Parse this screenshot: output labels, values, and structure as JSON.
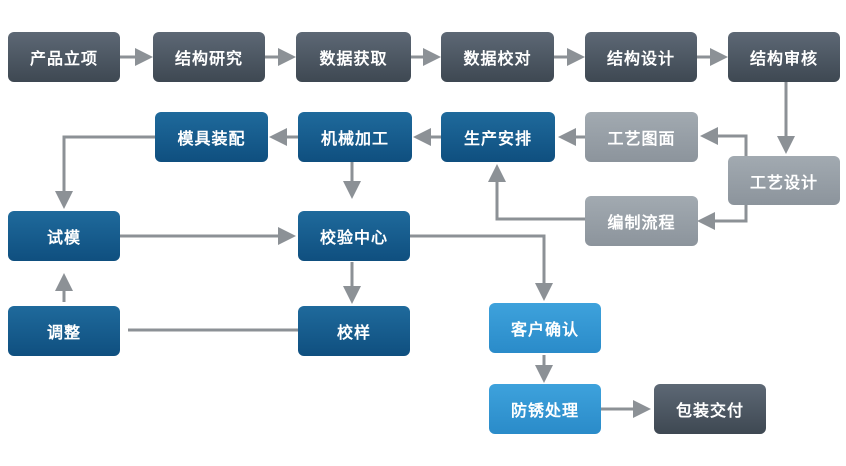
{
  "nodes": {
    "chanpinlixiang": "产品立项",
    "jiegouyanjiu": "结构研究",
    "shujuhuoqu": "数据获取",
    "shujujiaodui": "数据校对",
    "jiegousheji": "结构设计",
    "jiegoushenhe": "结构审核",
    "mojuzhuangpei": "模具装配",
    "jixiejiagong": "机械加工",
    "shengchananpai": "生产安排",
    "gongyituxian": "工艺图面",
    "gongyisheji": "工艺设计",
    "bianzhiliucheng": "编制流程",
    "shimo": "试模",
    "jiaoyanzhongxin": "校验中心",
    "tiaozheng": "调整",
    "jiaoyang": "校样",
    "kehuqueren": "客户确认",
    "fangxiuchuli": "防锈处理",
    "baozhuangjiaofu": "包装交付"
  },
  "colors": {
    "dark": "#46505b",
    "navy": "#135685",
    "grey": "#969ea5",
    "light": "#319ad3",
    "connector": "#8c9196"
  }
}
